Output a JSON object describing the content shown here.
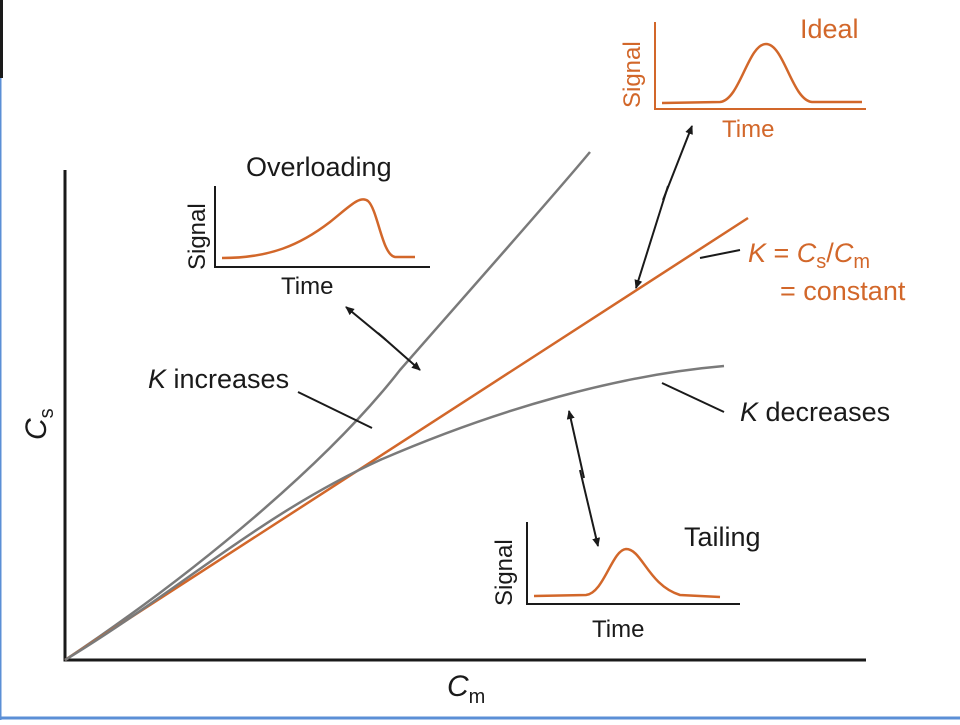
{
  "axes": {
    "x_label": "C",
    "x_sub": "m",
    "y_label": "C",
    "y_sub": "s"
  },
  "curves": {
    "increases": {
      "label_k": "K",
      "label_rest": " increases"
    },
    "decreases": {
      "label_k": "K",
      "label_rest": " decreases"
    },
    "linear": {
      "label_k": "K",
      "label_eq": " = ",
      "label_cs": "C",
      "label_cs_sub": "s",
      "label_slash": "/",
      "label_cm": "C",
      "label_cm_sub": "m",
      "label_constant": "= constant"
    }
  },
  "insets": {
    "overloading": {
      "title": "Overloading",
      "ylabel": "Signal",
      "xlabel": "Time"
    },
    "ideal": {
      "title": "Ideal",
      "ylabel": "Signal",
      "xlabel": "Time"
    },
    "tailing": {
      "title": "Tailing",
      "ylabel": "Signal",
      "xlabel": "Time"
    }
  },
  "colors": {
    "orange": "#d2672a",
    "gray": "#7a7a7a",
    "black": "#1a1a1a",
    "frame_blue": "#5b8fd6"
  }
}
